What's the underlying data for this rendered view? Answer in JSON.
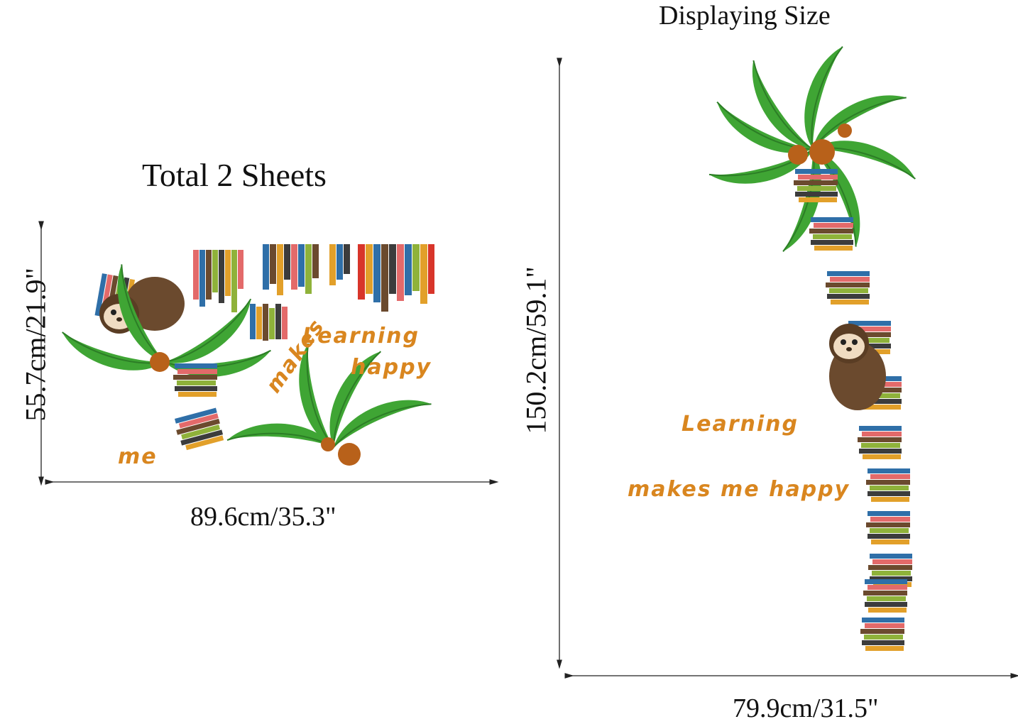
{
  "left_panel": {
    "title": "Total 2 Sheets",
    "height_label": "55.7cm/21.9\"",
    "width_label": "89.6cm/35.3\"",
    "sticker_words": [
      "Learning",
      "happy",
      "makes",
      "me"
    ]
  },
  "right_panel": {
    "title": "Displaying Size",
    "height_label": "150.2cm/59.1\"",
    "width_label": "79.9cm/31.5\"",
    "sticker_words": [
      "Learning",
      "makes me happy"
    ]
  },
  "colors": {
    "accent_text": "#d9861f",
    "leaf_green": "#3fa534",
    "coconut": "#b8611a",
    "sloth_brown": "#6b4a2e"
  }
}
